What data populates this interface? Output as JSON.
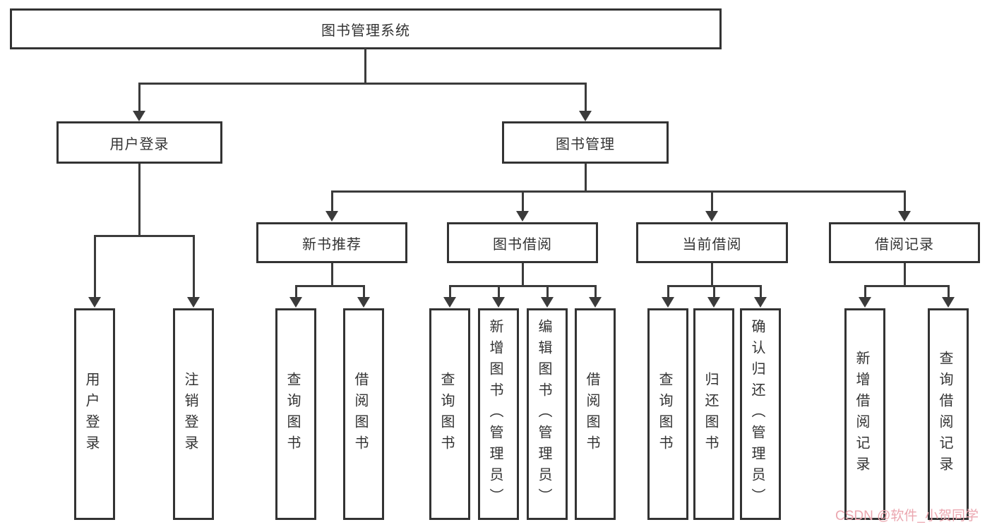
{
  "diagram": {
    "root": {
      "label": "图书管理系统"
    },
    "level2": {
      "user_login": {
        "label": "用户登录"
      },
      "book_mgmt": {
        "label": "图书管理"
      }
    },
    "level3": {
      "new_book_rec": {
        "label": "新书推荐"
      },
      "book_borrow": {
        "label": "图书借阅"
      },
      "current_borrow": {
        "label": "当前借阅"
      },
      "borrow_record": {
        "label": "借阅记录"
      }
    },
    "leaves": {
      "user_login_leaf": {
        "label": "用户登录"
      },
      "logout": {
        "label": "注销登录"
      },
      "rec_query_book": {
        "label": "查询图书"
      },
      "rec_borrow_book": {
        "label": "借阅图书"
      },
      "bb_query_book": {
        "label": "查询图书"
      },
      "bb_add_book": {
        "label": "新增图书（管理员）"
      },
      "bb_edit_book": {
        "label": "编辑图书（管理员）"
      },
      "bb_borrow_book": {
        "label": "借阅图书"
      },
      "cb_query_book": {
        "label": "查询图书"
      },
      "cb_return_book": {
        "label": "归还图书"
      },
      "cb_confirm_return": {
        "label": "确认归还（管理员）"
      },
      "br_add_record": {
        "label": "新增借阅记录"
      },
      "br_query_record": {
        "label": "查询借阅记录"
      }
    }
  },
  "watermark": {
    "text": "CSDN @软件_小贺同学"
  },
  "colors": {
    "line": "#3b3b3b",
    "box_border": "#333333",
    "box_fill": "#ffffff",
    "text": "#333333",
    "watermark": "#eba7b0"
  }
}
